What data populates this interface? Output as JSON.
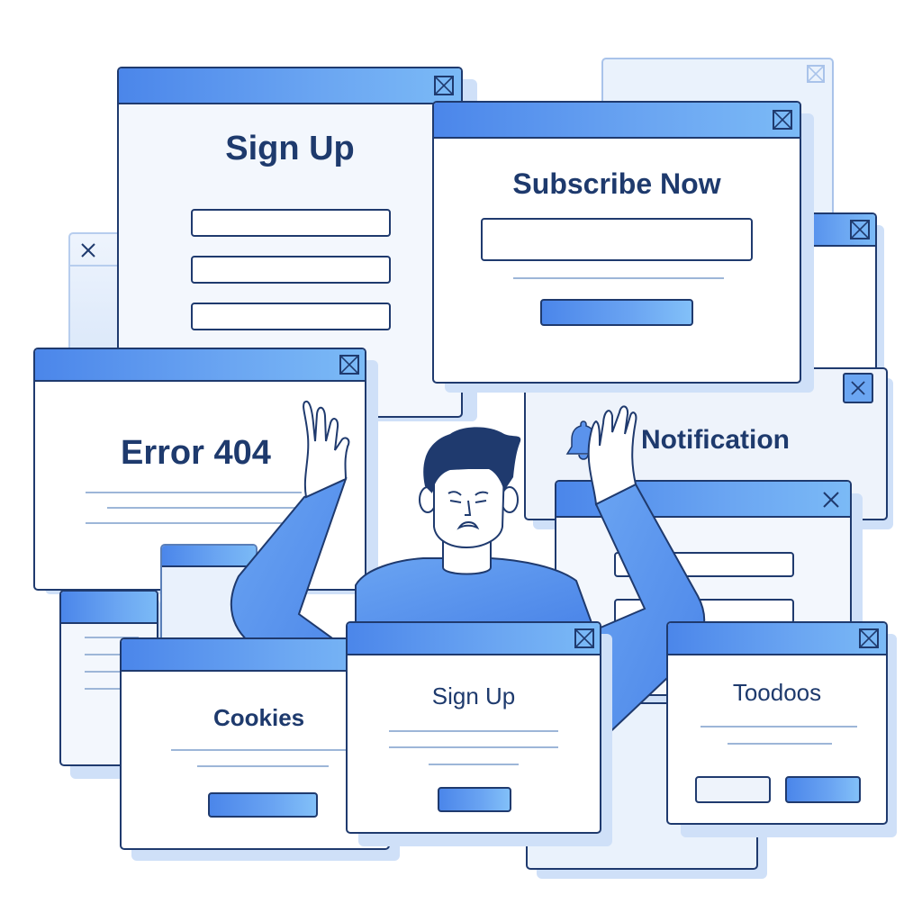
{
  "scene": {
    "description": "Overwhelmed person surrounded by popup windows",
    "colors": {
      "accent": "#4b86ea",
      "accent_light": "#7bbaf6",
      "outline": "#1f3a6e",
      "text": "#1e3a6d",
      "window_bg": "#f3f7fd",
      "shadow": "#cfe0f8",
      "divider": "#9db6d8"
    }
  },
  "popups": {
    "signup_large": {
      "title": "Sign Up",
      "close_icon": "close-box-icon",
      "fields": 3
    },
    "subscribe": {
      "title": "Subscribe Now",
      "close_icon": "close-box-icon",
      "fields": 1,
      "button": "primary"
    },
    "error": {
      "title": "Error 404",
      "close_icon": "close-box-icon"
    },
    "notification": {
      "title": "Notification",
      "icon": "bell-icon",
      "close_icon": "close-x-icon"
    },
    "cookies": {
      "title": "Cookies",
      "button": "primary"
    },
    "signup_small": {
      "title": "Sign Up",
      "close_icon": "close-box-icon",
      "button": "primary"
    },
    "todos": {
      "title": "Toodoos",
      "close_icon": "close-box-icon",
      "buttons": [
        "secondary",
        "primary"
      ]
    },
    "form_back": {
      "close_icon": "close-x-icon",
      "fields": 2
    },
    "left_small": {
      "close_icon": "close-x-icon"
    }
  }
}
